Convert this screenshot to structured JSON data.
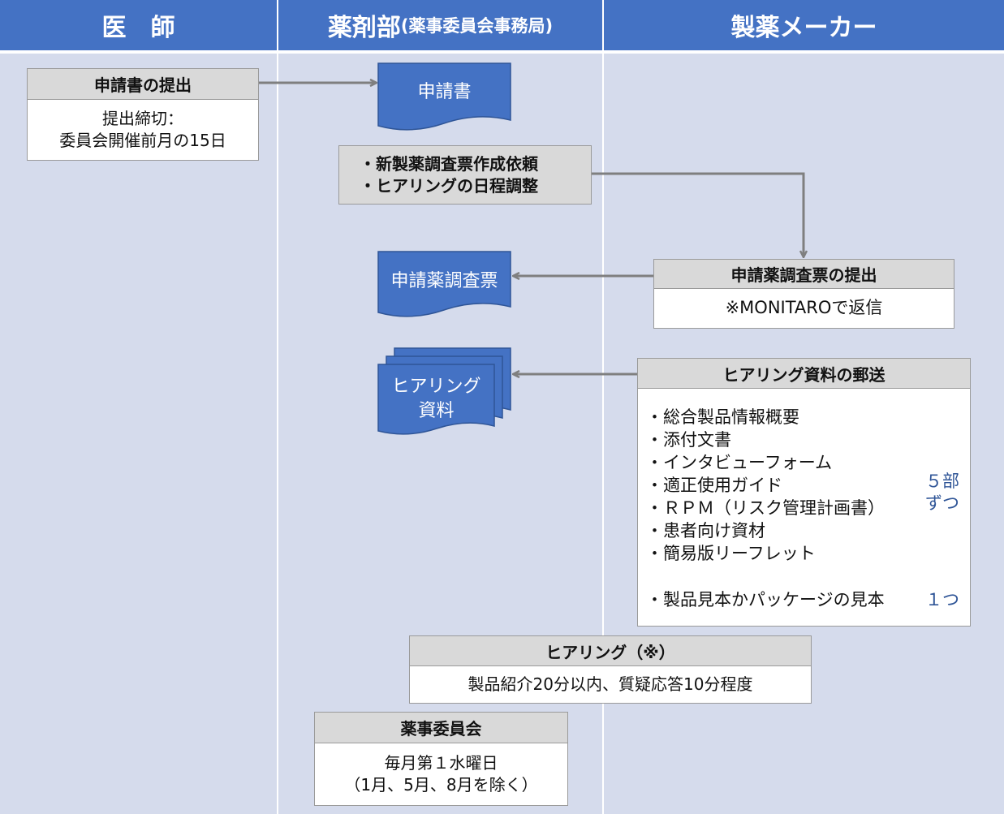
{
  "columns": {
    "doctor": "医　師",
    "pharmacy": "薬剤部",
    "pharmacy_sub": "(薬事委員会事務局)",
    "maker": "製薬メーカー"
  },
  "submit_application": {
    "title": "申請書の提出",
    "lines": [
      "提出締切：",
      "委員会開催前月の15日"
    ]
  },
  "doc_application": "申請書",
  "request_box": {
    "lines": [
      "・新製薬調査票作成依頼",
      "・ヒアリングの日程調整"
    ]
  },
  "doc_survey": "申請薬調査票",
  "submit_survey": {
    "title": "申請薬調査票の提出",
    "body": "※MONITAROで返信"
  },
  "doc_hearing": {
    "lines": [
      "ヒアリング",
      "資料"
    ]
  },
  "send_materials": {
    "title": "ヒアリング資料の郵送",
    "items": [
      "・総合製品情報概要",
      "・添付文書",
      "・インタビューフォーム",
      "・適正使用ガイド",
      "・ＲＰＭ（リスク管理計画書）",
      "・患者向け資材",
      "・簡易版リーフレット"
    ],
    "qty_label": [
      "５部",
      "ずつ"
    ],
    "sample_item": "・製品見本かパッケージの見本",
    "sample_qty": "１つ"
  },
  "hearing": {
    "title": "ヒアリング（※）",
    "body": "製品紹介20分以内、質疑応答10分程度"
  },
  "committee": {
    "title": "薬事委員会",
    "lines": [
      "毎月第１水曜日",
      "（1月、5月、8月を除く）"
    ]
  },
  "colors": {
    "header": "#4472c4",
    "lane": "#d5dbec",
    "document": "#4472c4",
    "arrow": "#7f7f7f",
    "box_header": "#d9d9d9",
    "accent_text": "#2f5597"
  }
}
